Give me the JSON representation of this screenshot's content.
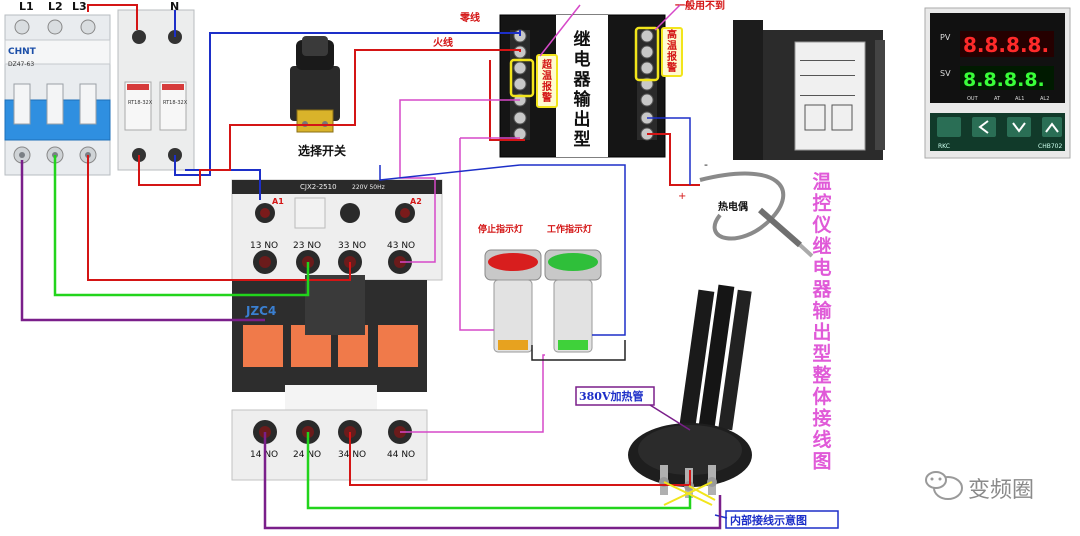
{
  "breaker": {
    "labels": [
      "L1",
      "L2",
      "L3"
    ],
    "brand": "CHNT",
    "model": "DZ47-63"
  },
  "fuse": {
    "label": "N",
    "rating": "RT18-32X"
  },
  "wires": {
    "neutral_label": "零线",
    "live_label": "火线"
  },
  "selector": {
    "label": "选择开关"
  },
  "relay_box": {
    "vertical_label": "继电器输出型",
    "over_temp": "超温报警",
    "high_temp": "高温报警",
    "rarely_used": "一般用不到"
  },
  "contactor": {
    "model": "CJX2-2510",
    "coil": "220V 50Hz",
    "label": "JZC4",
    "a1": "A1",
    "a2": "A2",
    "top_terminals": [
      "13 NO",
      "23 NO",
      "33 NO",
      "43 NO"
    ],
    "bottom_terminals": [
      "14 NO",
      "24 NO",
      "34 NO",
      "44 NO"
    ]
  },
  "lamps": {
    "stop": "停止指示灯",
    "work": "工作指示灯",
    "colors": {
      "stop": "#d81e1e",
      "work": "#2fbf3a"
    }
  },
  "thermocouple": {
    "label": "热电偶",
    "minus": "-",
    "plus": "+"
  },
  "heater": {
    "label": "380V加热管",
    "inner_note": "内部接线示意图"
  },
  "panel_controller": {
    "pv": "PV",
    "sv": "SV",
    "pv_value": "8.8.8.8.",
    "sv_value": "8.8.8.8.",
    "indicators": [
      "OUT",
      "AT",
      "AL1",
      "AL2"
    ],
    "brand": "RKC",
    "model": "CHB702"
  },
  "title_vertical": "温控仪继电器输出型整体接线图",
  "watermark": "变频圈",
  "colors": {
    "blue": "#1d2fc8",
    "red": "#d41515",
    "green": "#22d41c",
    "purple": "#7a1f8a",
    "magenta": "#d648c8",
    "yellow": "#f2e51b",
    "title_pink": "#e05ad8"
  }
}
